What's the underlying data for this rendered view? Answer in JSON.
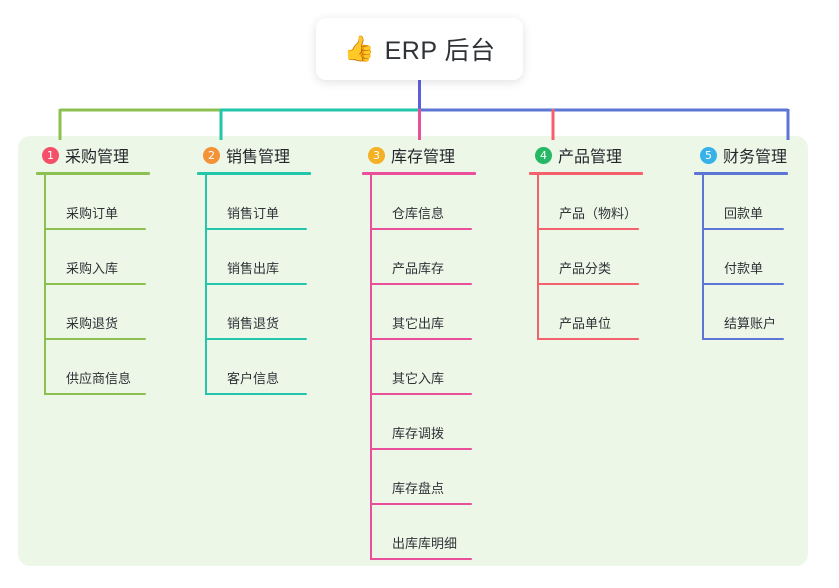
{
  "diagram": {
    "type": "mindmap",
    "root": {
      "icon": "thumbs-up-icon",
      "emoji": "👍",
      "label": "ERP 后台"
    },
    "branches": [
      {
        "number": "1",
        "title": "采购管理",
        "badge_color": "#f4506a",
        "line_color": "#8cc152",
        "leaves": [
          "采购订单",
          "采购入库",
          "采购退货",
          "供应商信息"
        ]
      },
      {
        "number": "2",
        "title": "销售管理",
        "badge_color": "#f39237",
        "line_color": "#23c6ab",
        "leaves": [
          "销售订单",
          "销售出库",
          "销售退货",
          "客户信息"
        ]
      },
      {
        "number": "3",
        "title": "库存管理",
        "badge_color": "#f5b125",
        "line_color": "#e94f9b",
        "leaves": [
          "仓库信息",
          "产品库存",
          "其它出库",
          "其它入库",
          "库存调拨",
          "库存盘点",
          "出库库明细"
        ]
      },
      {
        "number": "4",
        "title": "产品管理",
        "badge_color": "#27b865",
        "line_color": "#f4606c",
        "leaves": [
          "产品（物料）",
          "产品分类",
          "产品单位"
        ]
      },
      {
        "number": "5",
        "title": "财务管理",
        "badge_color": "#36b2e8",
        "line_color": "#5c76d6",
        "leaves": [
          "回款单",
          "付款单",
          "结算账户"
        ]
      }
    ],
    "colors": {
      "canvas_background": "#ffffff",
      "card_background": "#edf7e8",
      "root_background": "#ffffff",
      "root_stem": "#5c5fd6",
      "text": "#2f3237"
    }
  }
}
